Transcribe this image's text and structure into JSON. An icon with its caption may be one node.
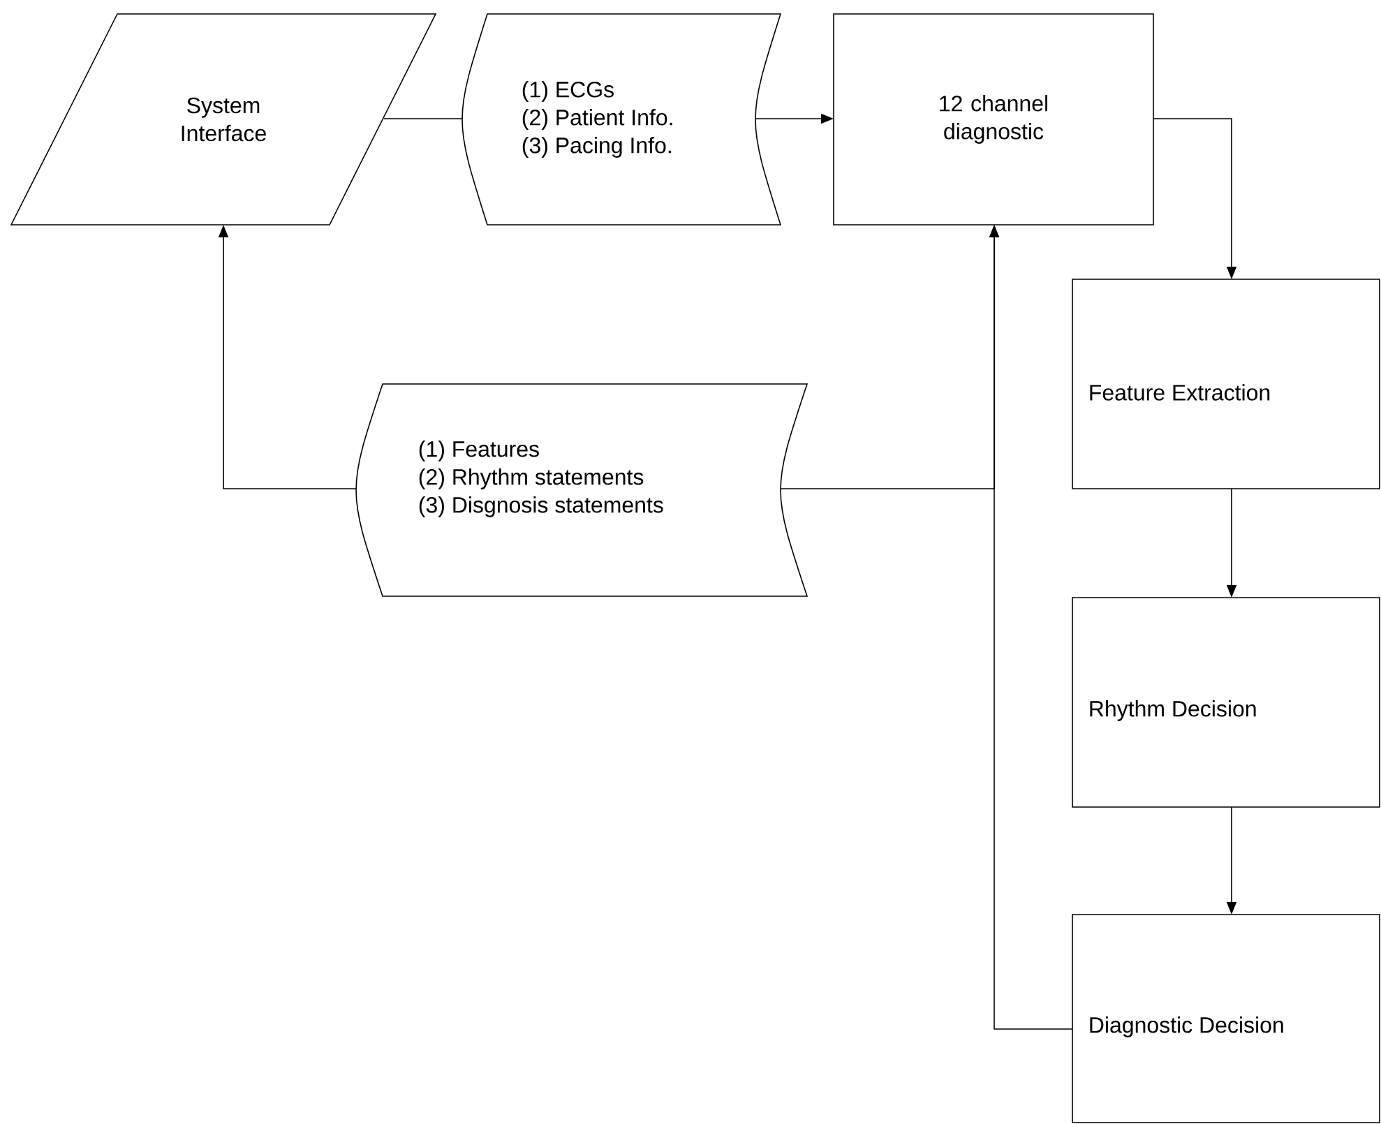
{
  "diagram": {
    "nodes": [
      {
        "text": [
          "System Interface"
        ]
      },
      {
        "text": [
          "(1) ECGs",
          "(2) Patient Info.",
          "(3) Pacing Info."
        ]
      },
      {
        "text": [
          "12 channel diagnostic"
        ]
      },
      {
        "text": [
          "Feature Extraction"
        ]
      },
      {
        "text": [
          "Rhythm Decision"
        ]
      },
      {
        "text": [
          "Diagnostic Decision"
        ]
      },
      {
        "text": [
          "(1) Features",
          "(2) Rhythm statements",
          "(3) Disgnosis statements"
        ]
      }
    ],
    "edges": [
      {
        "from": 0,
        "to": 1,
        "arrow": "none"
      },
      {
        "from": 1,
        "to": 2,
        "arrow": "to"
      },
      {
        "from": 2,
        "to": 3,
        "arrow": "to"
      },
      {
        "from": 3,
        "to": 4,
        "arrow": "to"
      },
      {
        "from": 4,
        "to": 5,
        "arrow": "to"
      },
      {
        "from": 5,
        "to": 2,
        "arrow": "to"
      },
      {
        "from": 6,
        "to": 0,
        "arrow": "to"
      },
      {
        "from": 6,
        "to": 2,
        "arrow": "to"
      }
    ]
  }
}
